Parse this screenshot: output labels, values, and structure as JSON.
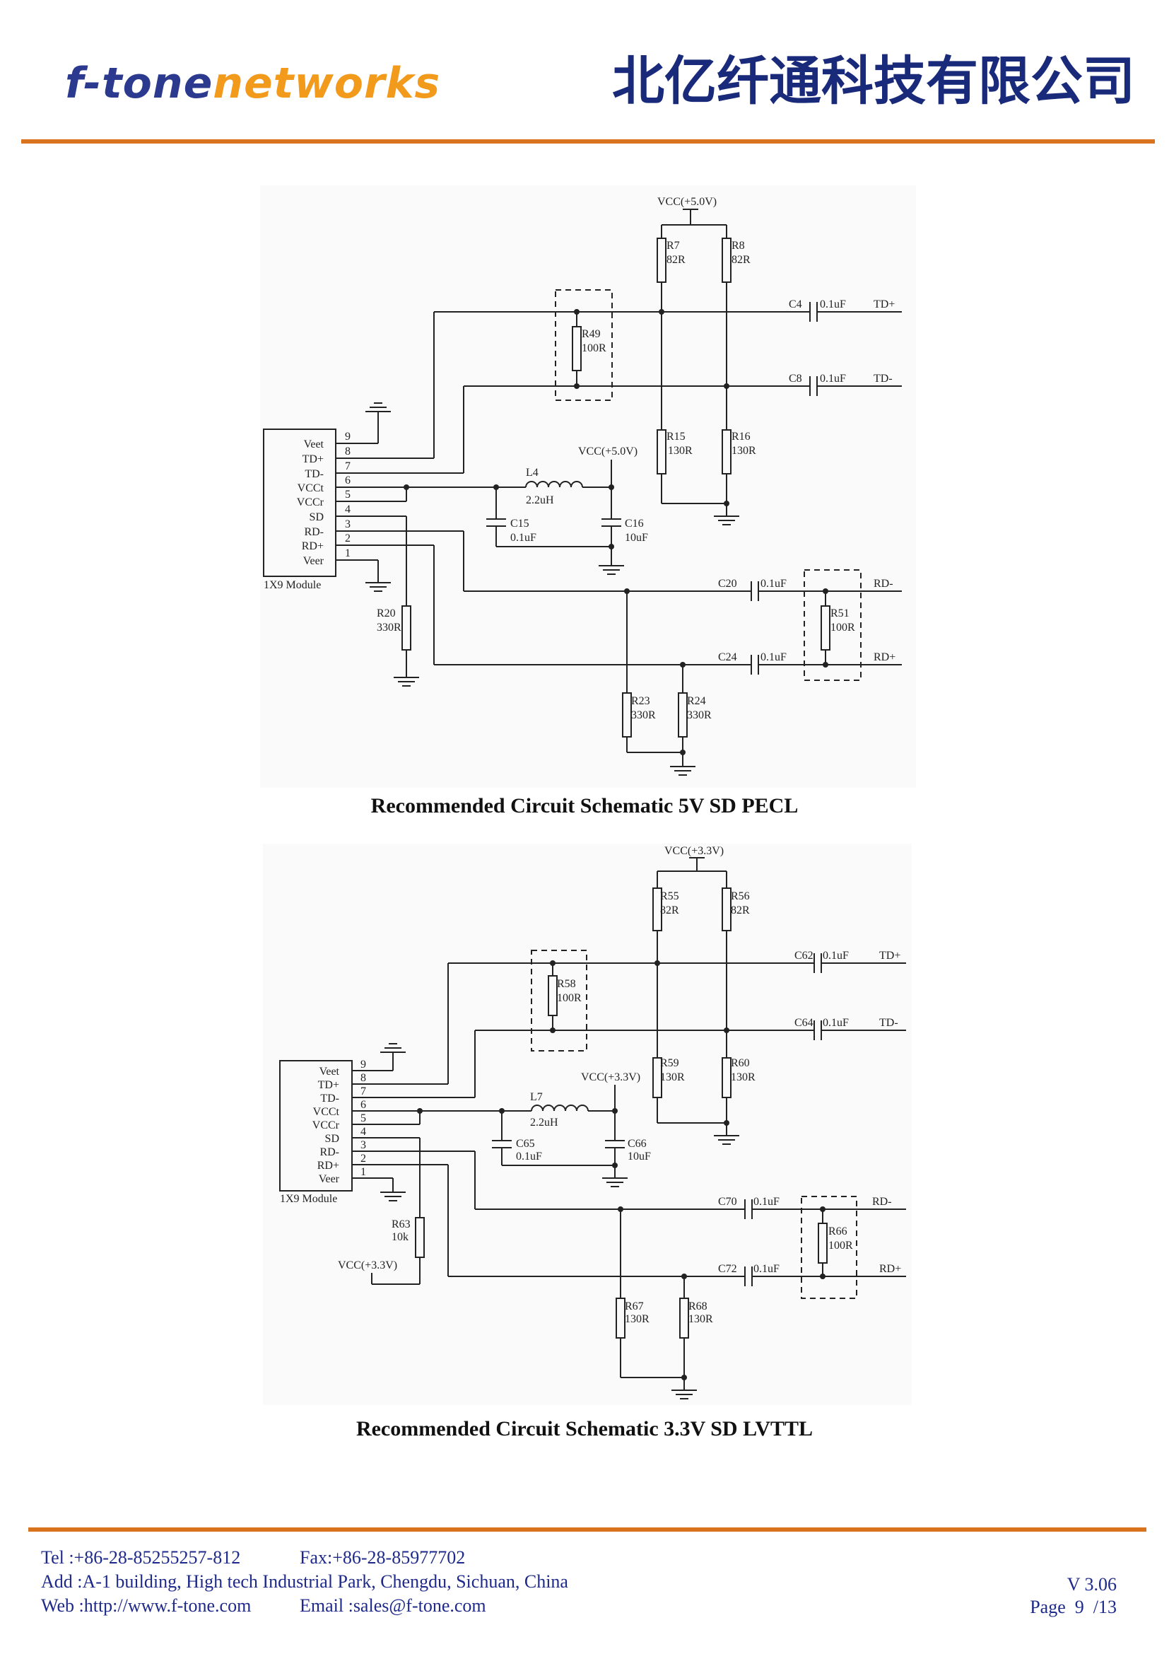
{
  "header": {
    "logo_part1": "f-tone",
    "logo_part2": "networks",
    "company_name": "北亿纤通科技有限公司",
    "accent_color": "#d9731e"
  },
  "schematic_1": {
    "caption": "Recommended Circuit Schematic  5V SD PECL",
    "vcc_top": "VCC(+5.0V)",
    "vcc_mid": "VCC(+5.0V)",
    "module_label": "1X9 Module",
    "pins": [
      {
        "num": "9",
        "name": "Veet"
      },
      {
        "num": "8",
        "name": "TD+"
      },
      {
        "num": "7",
        "name": "TD-"
      },
      {
        "num": "6",
        "name": "VCCt"
      },
      {
        "num": "5",
        "name": "VCCr"
      },
      {
        "num": "4",
        "name": "SD"
      },
      {
        "num": "3",
        "name": "RD-"
      },
      {
        "num": "2",
        "name": "RD+"
      },
      {
        "num": "1",
        "name": "Veer"
      }
    ],
    "r7": {
      "ref": "R7",
      "val": "82R"
    },
    "r8": {
      "ref": "R8",
      "val": "82R"
    },
    "r49": {
      "ref": "R49",
      "val": "100R"
    },
    "r15": {
      "ref": "R15",
      "val": "130R"
    },
    "r16": {
      "ref": "R16",
      "val": "130R"
    },
    "r20": {
      "ref": "R20",
      "val": "330R"
    },
    "r51": {
      "ref": "R51",
      "val": "100R"
    },
    "r23": {
      "ref": "R23",
      "val": "330R"
    },
    "r24": {
      "ref": "R24",
      "val": "330R"
    },
    "l4": {
      "ref": "L4",
      "val": "2.2uH"
    },
    "c15": {
      "ref": "C15",
      "val": "0.1uF"
    },
    "c16": {
      "ref": "C16",
      "val": "10uF"
    },
    "c4": {
      "ref": "C4",
      "val": "0.1uF"
    },
    "c8": {
      "ref": "C8",
      "val": "0.1uF"
    },
    "c20": {
      "ref": "C20",
      "val": "0.1uF"
    },
    "c24": {
      "ref": "C24",
      "val": "0.1uF"
    },
    "net_tdp": "TD+",
    "net_tdn": "TD-",
    "net_rdn": "RD-",
    "net_rdp": "RD+"
  },
  "schematic_2": {
    "caption": "Recommended Circuit Schematic 3.3V SD LVTTL",
    "vcc_top": "VCC(+3.3V)",
    "vcc_mid": "VCC(+3.3V)",
    "vcc_sd": "VCC(+3.3V)",
    "module_label": "1X9 Module",
    "pins": [
      {
        "num": "9",
        "name": "Veet"
      },
      {
        "num": "8",
        "name": "TD+"
      },
      {
        "num": "7",
        "name": "TD-"
      },
      {
        "num": "6",
        "name": "VCCt"
      },
      {
        "num": "5",
        "name": "VCCr"
      },
      {
        "num": "4",
        "name": "SD"
      },
      {
        "num": "3",
        "name": "RD-"
      },
      {
        "num": "2",
        "name": "RD+"
      },
      {
        "num": "1",
        "name": "Veer"
      }
    ],
    "r55": {
      "ref": "R55",
      "val": "82R"
    },
    "r56": {
      "ref": "R56",
      "val": "82R"
    },
    "r58": {
      "ref": "R58",
      "val": "100R"
    },
    "r59": {
      "ref": "R59",
      "val": "130R"
    },
    "r60": {
      "ref": "R60",
      "val": "130R"
    },
    "r63": {
      "ref": "R63",
      "val": "10k"
    },
    "r66": {
      "ref": "R66",
      "val": "100R"
    },
    "r67": {
      "ref": "R67",
      "val": "130R"
    },
    "r68": {
      "ref": "R68",
      "val": "130R"
    },
    "l7": {
      "ref": "L7",
      "val": "2.2uH"
    },
    "c65": {
      "ref": "C65",
      "val": "0.1uF"
    },
    "c66": {
      "ref": "C66",
      "val": "10uF"
    },
    "c62": {
      "ref": "C62",
      "val": "0.1uF"
    },
    "c64": {
      "ref": "C64",
      "val": "0.1uF"
    },
    "c70": {
      "ref": "C70",
      "val": "0.1uF"
    },
    "c72": {
      "ref": "C72",
      "val": "0.1uF"
    },
    "net_tdp": "TD+",
    "net_tdn": "TD-",
    "net_rdn": "RD-",
    "net_rdp": "RD+"
  },
  "footer": {
    "tel": "Tel :+86-28-85255257-812",
    "fax": "Fax:+86-28-85977702",
    "address": "Add :A-1 building, High tech Industrial Park, Chengdu, Sichuan, China",
    "web": "Web :http://www.f-tone.com",
    "email": "Email :sales@f-tone.com",
    "version": "V 3.06",
    "page_label": "Page",
    "page_num": "9",
    "page_total": "/13"
  }
}
